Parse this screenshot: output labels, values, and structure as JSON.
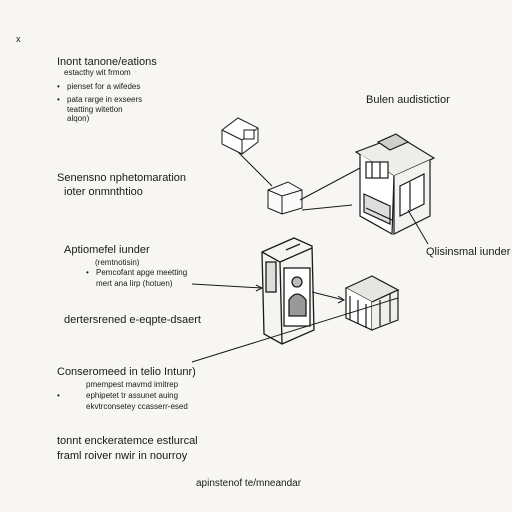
{
  "corner_mark": "x",
  "section1": {
    "title": "Inont tanone/eations",
    "lines": [
      "estacthy wit frmom",
      "pienset for  a wifedes",
      "pata rarge  in exseers",
      "teatting witetlon",
      "alqon)"
    ]
  },
  "section2": {
    "title1": "Senensno nphetomaration",
    "title2": "ioter onmnthtioo"
  },
  "section3": {
    "title": "Aptiomefel iunder",
    "lines": [
      "(remtnotisin)",
      "Pemcofant apge meetting",
      "mert ana lirp (hotuen)"
    ]
  },
  "section4": {
    "title": "dertersrened e-eqpte-dsaert"
  },
  "section5": {
    "title": "Conseromeed in telio Intunr)",
    "lines": [
      "pmempest mavmd imitrep",
      "ephipetet tr assunet auing",
      "ekvtrconsetey ccasserr-esed"
    ]
  },
  "section6": {
    "line1": "tonnt enckeratemce estlurcal",
    "line2": "framl roiver nwir in nourroy"
  },
  "labels": {
    "building": "Bulen audistictior",
    "right": "Qlisinsmal iunder"
  },
  "footer": "apinstenof te/mneandar"
}
